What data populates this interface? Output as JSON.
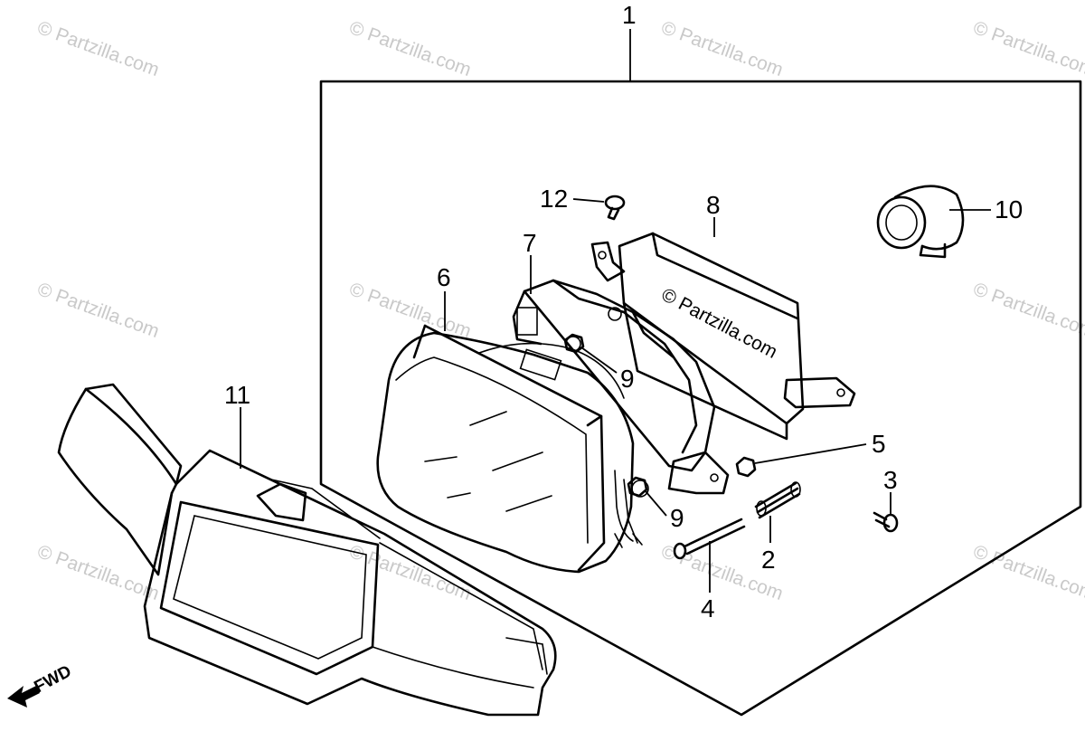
{
  "watermark": {
    "text": "© Partzilla.com"
  },
  "diagram": {
    "copyright_label": "© Partzilla.com",
    "direction_label": "FWD",
    "callouts": [
      {
        "id": "1",
        "label": "1"
      },
      {
        "id": "2",
        "label": "2"
      },
      {
        "id": "3",
        "label": "3"
      },
      {
        "id": "4",
        "label": "4"
      },
      {
        "id": "5",
        "label": "5"
      },
      {
        "id": "6",
        "label": "6"
      },
      {
        "id": "7",
        "label": "7"
      },
      {
        "id": "8",
        "label": "8"
      },
      {
        "id": "9a",
        "label": "9"
      },
      {
        "id": "9b",
        "label": "9"
      },
      {
        "id": "10",
        "label": "10"
      },
      {
        "id": "11",
        "label": "11"
      },
      {
        "id": "12",
        "label": "12"
      }
    ]
  }
}
